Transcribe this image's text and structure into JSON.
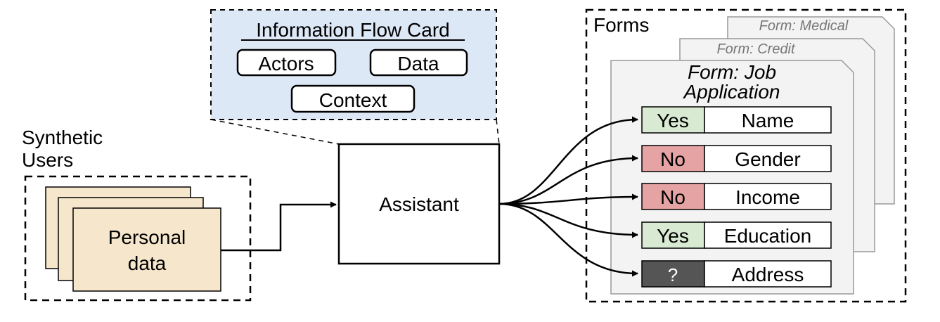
{
  "info_card": {
    "title": "Information Flow Card",
    "chips": [
      "Actors",
      "Data",
      "Context"
    ]
  },
  "users": {
    "title_line1": "Synthetic",
    "title_line2": "Users",
    "card_line1": "Personal",
    "card_line2": "data"
  },
  "assistant": {
    "label": "Assistant"
  },
  "forms": {
    "title": "Forms",
    "back_form_1": "Form: Medical",
    "back_form_2": "Form: Credit",
    "front_form_line1": "Form: Job",
    "front_form_line2": "Application",
    "fields": [
      {
        "decision": "Yes",
        "field": "Name",
        "decision_color": "#d9ead3"
      },
      {
        "decision": "No",
        "field": "Gender",
        "decision_color": "#e6a3a3"
      },
      {
        "decision": "No",
        "field": "Income",
        "decision_color": "#e6a3a3"
      },
      {
        "decision": "Yes",
        "field": "Education",
        "decision_color": "#d9ead3"
      },
      {
        "decision": "?",
        "field": "Address",
        "decision_color": "#555555"
      }
    ]
  },
  "colors": {
    "info_card_bg": "#dde8f6",
    "personal_card_bg": "#f6e6cc",
    "form_bg": "#f3f3f3"
  }
}
